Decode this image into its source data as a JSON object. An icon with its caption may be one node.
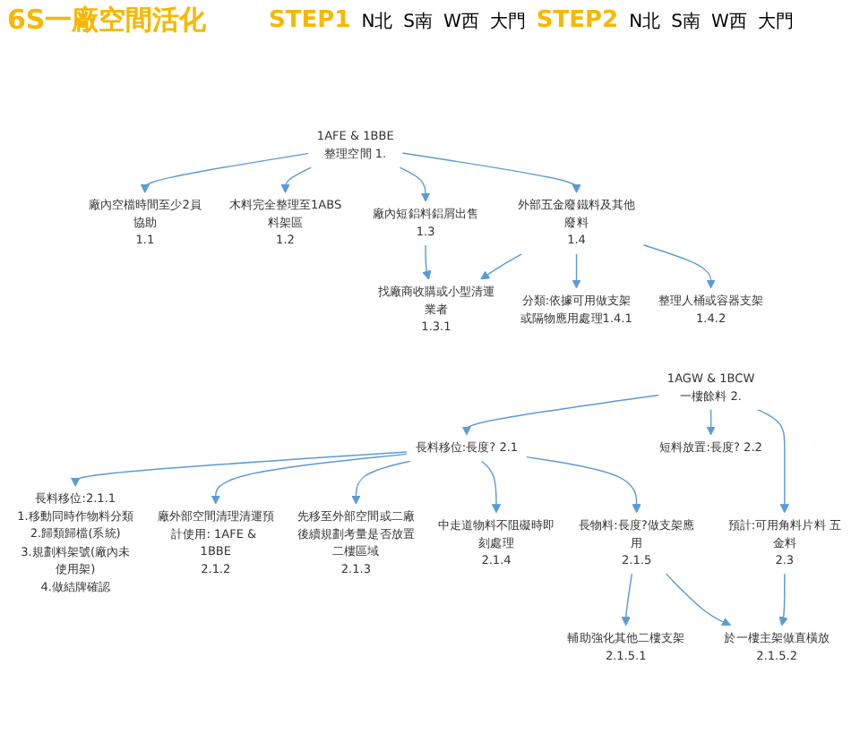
{
  "diagram": {
    "title": "6S一廠空間活化",
    "nodes": [
      {
        "text": [
          "1AFE & 1BBE",
          "整理空間 1."
        ]
      },
      {
        "text": [
          "廠內空檔時間至少2員協助",
          "1.1"
        ]
      },
      {
        "text": [
          "木料完全整理至1ABS料架區",
          "1.2"
        ]
      },
      {
        "text": [
          "廠內短鋁料鋁屑出售1.3"
        ]
      },
      {
        "text": [
          "外部五金廢鐵料及其他廢料",
          "1.4"
        ]
      },
      {
        "text": [
          "找廠商收購或小型清運業者",
          "1.3.1"
        ]
      },
      {
        "text": [
          "分類:依據可用做支架或隔物應用處理1.4.1"
        ]
      },
      {
        "text": [
          "整理人桶或容器支架",
          "1.4.2"
        ]
      },
      {
        "text": [
          "1AGW & 1BCW",
          "一樓餘料 2."
        ]
      },
      {
        "text": [
          "長料移位:長度? 2.1"
        ]
      },
      {
        "text": [
          "短料放置:長度? 2.2"
        ]
      },
      {
        "text": [
          "預計:可用角料片料 五金料",
          "2.3"
        ]
      },
      {
        "text": [
          "長料移位:2.1.1",
          "1.移動同時作物料分類",
          "2.歸類歸檔(系統)",
          "3.規劃料架號(廠內未使用架)",
          "4.做結牌確認"
        ]
      },
      {
        "text": [
          "廠外部空間清理清運預計使用: 1AFE & 1BBE",
          "2.1.2"
        ]
      },
      {
        "text": [
          "先移至外部空間或二廠後續規劃考量是否放置二樓區域",
          "2.1.3"
        ]
      },
      {
        "text": [
          "中走道物料不阻礙時即刻處理",
          "2.1.4"
        ]
      },
      {
        "text": [
          "長物料:長度?做支架應用",
          "2.1.5"
        ]
      },
      {
        "text": [
          "輔助強化其他二樓支架",
          "2.1.5.1"
        ]
      },
      {
        "text": [
          "於一樓主架做直橫放",
          "2.1.5.2"
        ]
      }
    ],
    "edges": [
      {
        "from": 0,
        "to": 1,
        "arrow": "to"
      },
      {
        "from": 0,
        "to": 2,
        "arrow": "to"
      },
      {
        "from": 0,
        "to": 3,
        "arrow": "to"
      },
      {
        "from": 0,
        "to": 4,
        "arrow": "to"
      },
      {
        "from": 3,
        "to": 5,
        "arrow": "to"
      },
      {
        "from": 4,
        "to": 5,
        "arrow": "to"
      },
      {
        "from": 4,
        "to": 6,
        "arrow": "to"
      },
      {
        "from": 4,
        "to": 7,
        "arrow": "to"
      },
      {
        "from": 8,
        "to": 9,
        "arrow": "to"
      },
      {
        "from": 8,
        "to": 10,
        "arrow": "to"
      },
      {
        "from": 8,
        "to": 11,
        "arrow": "to"
      },
      {
        "from": 9,
        "to": 12,
        "arrow": "to"
      },
      {
        "from": 9,
        "to": 13,
        "arrow": "to"
      },
      {
        "from": 9,
        "to": 14,
        "arrow": "to"
      },
      {
        "from": 9,
        "to": 15,
        "arrow": "to"
      },
      {
        "from": 9,
        "to": 16,
        "arrow": "to"
      },
      {
        "from": 16,
        "to": 17,
        "arrow": "to"
      },
      {
        "from": 16,
        "to": 18,
        "arrow": "to"
      },
      {
        "from": 11,
        "to": 18,
        "arrow": "to"
      }
    ],
    "labels": [
      "STEP1",
      "N北",
      "S南",
      "W西",
      "大門",
      "STEP2",
      "N北",
      "S南",
      "W西",
      "大門"
    ]
  }
}
